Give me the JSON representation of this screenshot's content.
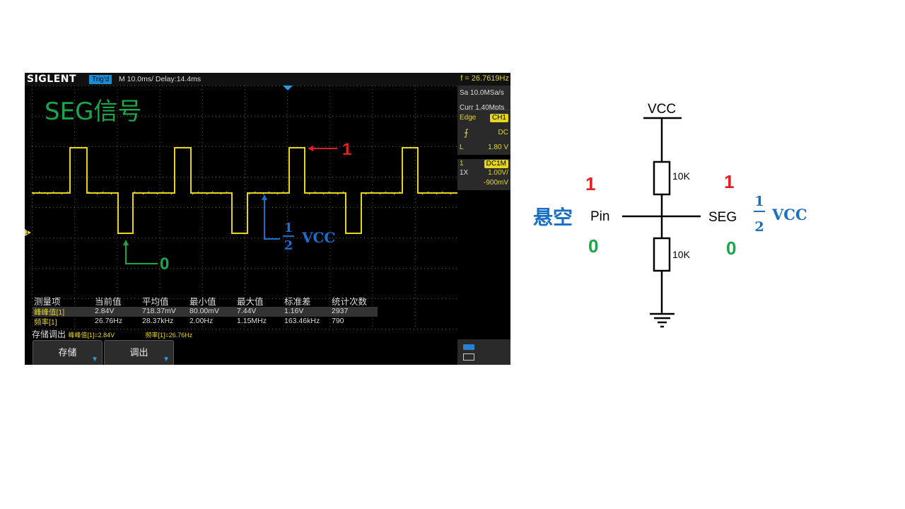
{
  "scope": {
    "brand": "SIGLENT",
    "trig_status": "Trig'd",
    "timebase": "M 10.0ms/ Delay:14.4ms",
    "freq": "f = 26.7619Hz",
    "title": "SEG信号",
    "sample_rate": "Sa 10.0MSa/s",
    "memory": "Curr 1.40Mpts",
    "trigger_type": "Edge",
    "trigger_source": "CH1",
    "trigger_coupling": "DC",
    "trigger_level_label": "L",
    "trigger_level": "1.80 V",
    "ch_number": "1",
    "ch_coupling": "DC1M",
    "ch_probe": "1X",
    "ch_scale": "1.00V/",
    "ch_offset": "-900mV",
    "ch_marker": "1",
    "colors": {
      "trace": "#e6d51a",
      "accent": "#1a8fd0",
      "title_green": "#1aa64a"
    },
    "annotations": {
      "high_label": "1",
      "low_label": "0",
      "mid_num": "1",
      "mid_den": "2",
      "mid_vcc": "VCC"
    },
    "measure": {
      "headers": [
        "测量项",
        "当前值",
        "平均值",
        "最小值",
        "最大值",
        "标准差",
        "统计次数"
      ],
      "rows": [
        [
          "峰峰值[1]",
          "2.84V",
          "718.37mV",
          "80.00mV",
          "7.44V",
          "1.16V",
          "2937"
        ],
        [
          "频率[1]",
          "26.76Hz",
          "28.37kHz",
          "2.00Hz",
          "1.15MHz",
          "163.46kHz",
          "790"
        ]
      ]
    },
    "store_label": "存储调出",
    "store_pp": "峰峰值[1]=2.84V",
    "store_freq": "频率[1]=26.76Hz",
    "softkeys": [
      "存储",
      "调出"
    ]
  },
  "circuit": {
    "vcc": "VCC",
    "r_top": "10K",
    "r_bottom": "10K",
    "float_label": "悬空",
    "pin_label": "Pin",
    "seg_label": "SEG",
    "left_high": "1",
    "left_low": "0",
    "right_high": "1",
    "right_low": "0",
    "half_num": "1",
    "half_den": "2",
    "half_vcc": "VCC"
  }
}
